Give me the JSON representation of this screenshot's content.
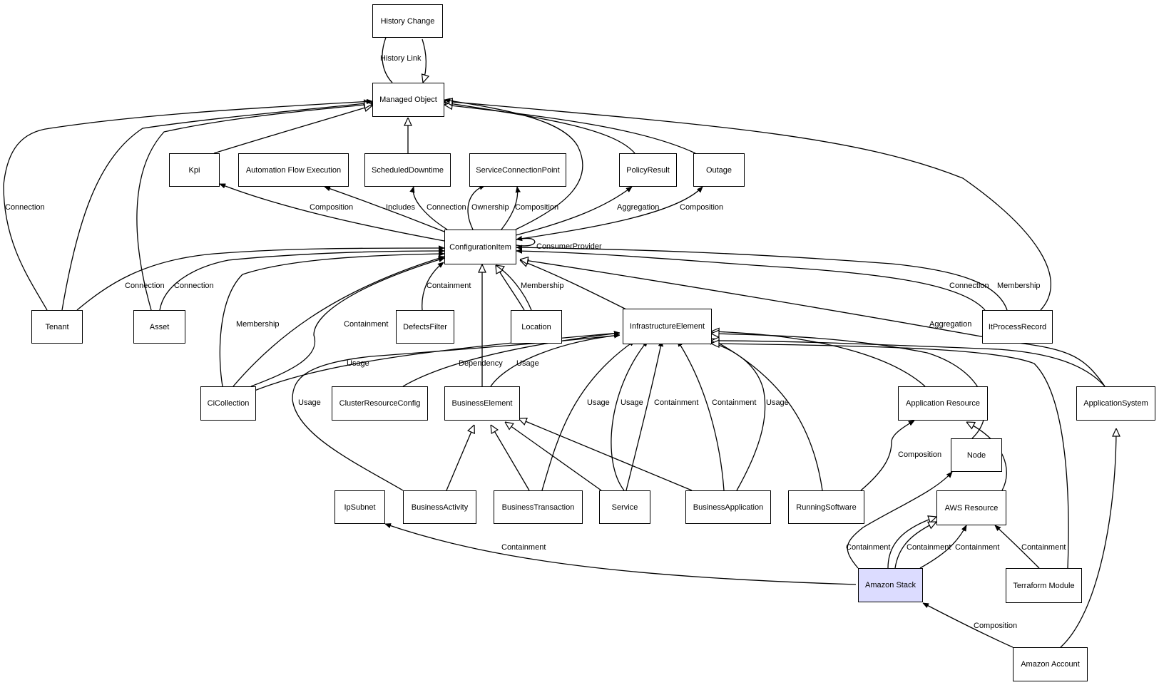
{
  "nodes": {
    "history_change": "History Change",
    "managed_object": "Managed Object",
    "kpi": "Kpi",
    "automation_flow_execution": "Automation Flow Execution",
    "scheduled_downtime": "ScheduledDowntime",
    "service_connection_point": "ServiceConnectionPoint",
    "policy_result": "PolicyResult",
    "outage": "Outage",
    "configuration_item": "ConfigurationItem",
    "tenant": "Tenant",
    "asset": "Asset",
    "defects_filter": "DefectsFilter",
    "location": "Location",
    "infrastructure_element": "InfrastructureElement",
    "it_process_record": "ItProcessRecord",
    "ci_collection": "CiCollection",
    "cluster_resource_config": "ClusterResourceConfig",
    "business_element": "BusinessElement",
    "application_resource": "Application Resource",
    "application_system": "ApplicationSystem",
    "node": "Node",
    "ip_subnet": "IpSubnet",
    "business_activity": "BusinessActivity",
    "business_transaction": "BusinessTransaction",
    "service": "Service",
    "business_application": "BusinessApplication",
    "running_software": "RunningSoftware",
    "aws_resource": "AWS Resource",
    "amazon_stack": "Amazon Stack",
    "terraform_module": "Terraform Module",
    "amazon_account": "Amazon Account"
  },
  "selected_node": "amazon_stack",
  "edge_labels": {
    "history_link": "History Link",
    "tenant_mo_connection": "Connection",
    "kpi_composition": "Composition",
    "afe_includes": "Includes",
    "sd_connection": "Connection",
    "scp_ownership": "Ownership",
    "scp_composition": "Composition",
    "policy_aggregation": "Aggregation",
    "outage_composition": "Composition",
    "consumer_provider": "ConsumerProvider",
    "tenant_ci_connection": "Connection",
    "asset_ci_connection": "Connection",
    "defects_containment": "Containment",
    "location_membership": "Membership",
    "itpr_connection": "Connection",
    "itpr_membership": "Membership",
    "cicol_membership": "Membership",
    "cicol_containment": "Containment",
    "appsys_aggregation": "Aggregation",
    "cicol_usage": "Usage",
    "crc_dependency": "Dependency",
    "be_usage": "Usage",
    "ba_usage": "Usage",
    "bt_usage": "Usage",
    "svc_usage": "Usage",
    "svc_containment": "Containment",
    "bapp_containment": "Containment",
    "bapp_usage": "Usage",
    "rs_composition": "Composition",
    "as_ipsubnet_containment": "Containment",
    "as_node_containment": "Containment",
    "as_aws_containment": "Containment",
    "as_aws_containment2": "Containment",
    "tf_containment": "Containment",
    "acct_composition": "Composition"
  }
}
